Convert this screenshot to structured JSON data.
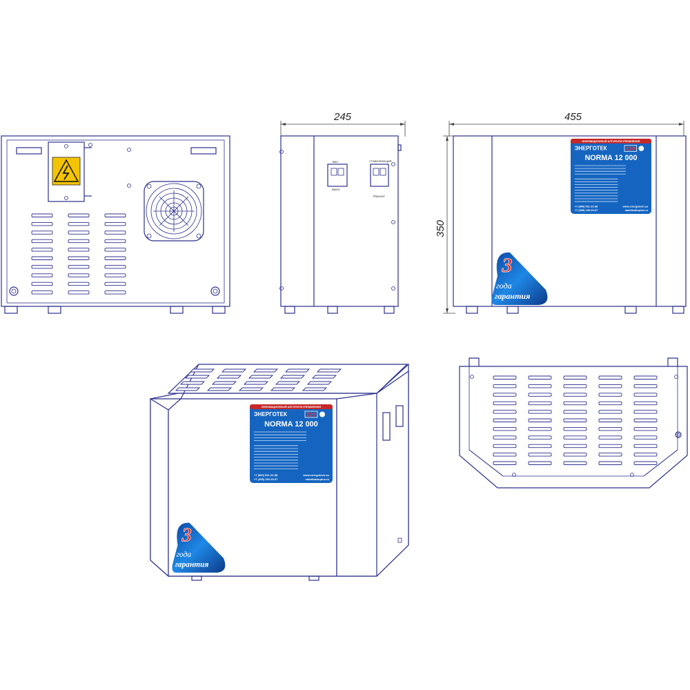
{
  "dimensions": {
    "depth": "245",
    "width": "455",
    "height": "350"
  },
  "switch_labels": {
    "on": "ВКЛ.",
    "off": "ВЫКЛ.",
    "bypass_top": "СТАБИЛИЗАЦИЯ",
    "bypass_bottom": "ТРАНЗИТ"
  },
  "product_label": {
    "banner": "ИННОВАЦИОННЫЙ АЛГОРИТМ УПРАВЛЕНИЯ",
    "brand": "ЭНЕРГОТЕК",
    "voltage": "220",
    "model": "NORMA  12 000",
    "phone_1": "+7 (800) 511-22-88",
    "phone_2": "+7 (495) 150-29-67",
    "site_1": "www.energotech.su",
    "site_2": "stabilizatorplus.ru",
    "colors": {
      "panel": "#1565c0",
      "banner": "#c62828",
      "text": "#ffffff"
    }
  },
  "warranty_badge": {
    "years": "3",
    "line_1": "года",
    "line_2": "гарантия",
    "colors": {
      "digit": "#e53935",
      "text": "#ffffff"
    }
  },
  "colors": {
    "outline": "#2b2f8c",
    "warning_yellow": "#f5c400"
  }
}
